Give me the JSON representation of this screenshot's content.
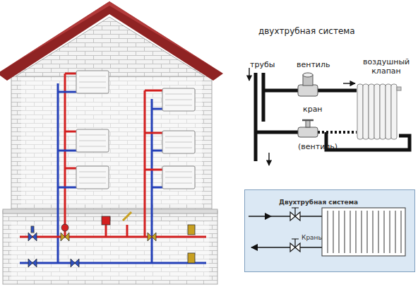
{
  "diagram": {
    "title": "двухтрубная система",
    "nodes": [
      {
        "text": [
          "Двухтрубная система",
          "Краны"
        ]
      }
    ],
    "labels": [
      "трубы",
      "вентиль",
      "воздушный клапан",
      "кран",
      "(вентиль)"
    ]
  }
}
